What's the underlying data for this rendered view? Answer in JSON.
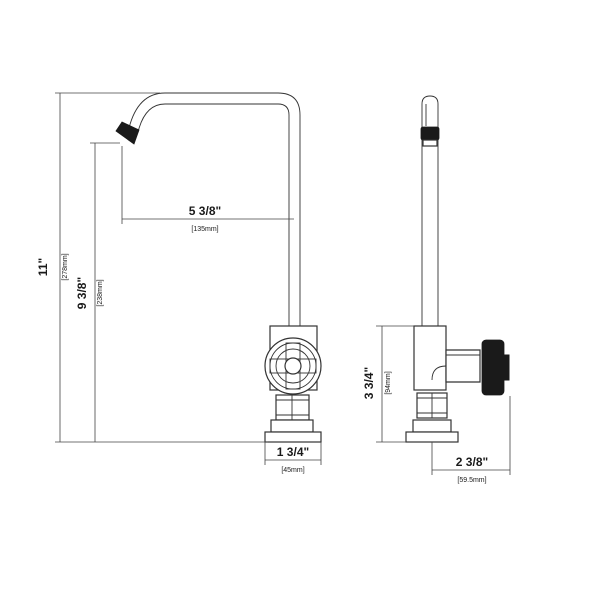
{
  "dimensions": {
    "total_height": {
      "imperial": "11\"",
      "metric": "[278mm]"
    },
    "spout_height": {
      "imperial": "9 3/8\"",
      "metric": "[238mm]"
    },
    "spout_reach": {
      "imperial": "5 3/8\"",
      "metric": "[135mm]"
    },
    "base_width": {
      "imperial": "1 3/4\"",
      "metric": "[45mm]"
    },
    "body_height": {
      "imperial": "3 3/4\"",
      "metric": "[94mm]"
    },
    "handle_depth": {
      "imperial": "2 3/8\"",
      "metric": "[59.5mm]"
    }
  }
}
